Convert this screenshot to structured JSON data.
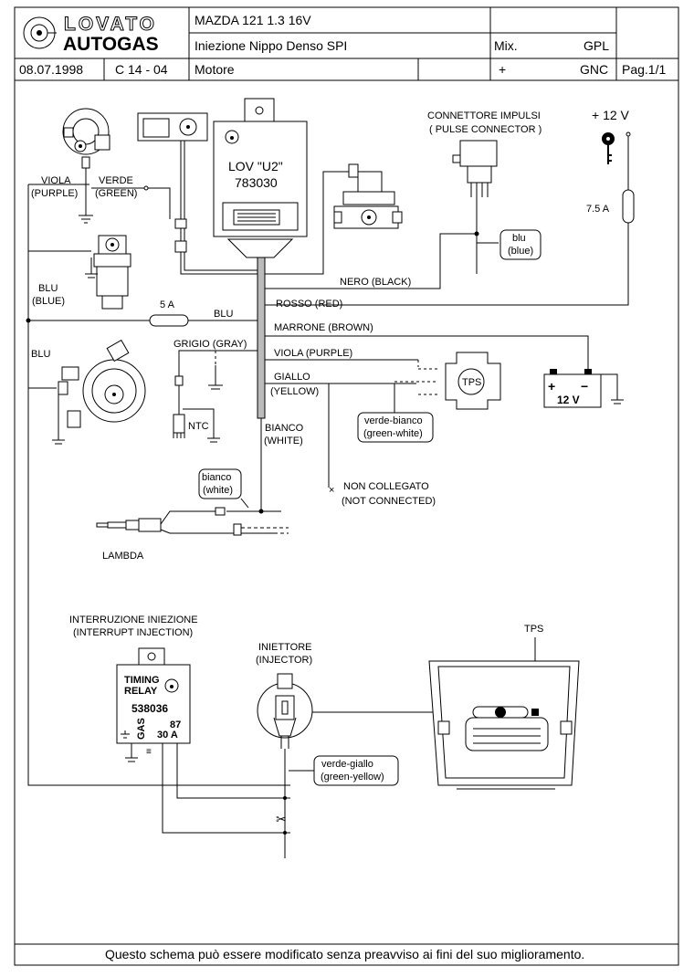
{
  "title_block": {
    "brand_top": "LOVATO",
    "brand_bottom": "AUTOGAS",
    "model": "MAZDA  121  1.3  16V",
    "injection": "Iniezione  Nippo Denso   SPI",
    "mix": "Mix.",
    "gpl": "GPL",
    "date": "08.07.1998",
    "code": "C 14 - 04",
    "engine": "Motore",
    "plus": "+",
    "gnc": "GNC",
    "page": "Pag.1/1"
  },
  "ecu": {
    "name": "LOV \"U2\"",
    "code": "783030"
  },
  "pulse_connector": {
    "line1": "CONNETTORE IMPULSI",
    "line2": "( PULSE CONNECTOR )"
  },
  "power": {
    "voltage": "+ 12 V",
    "fuse_75": "7.5 A",
    "fuse_5": "5 A",
    "battery_plus": "+",
    "battery_minus": "−",
    "battery_voltage": "12 V"
  },
  "wires": {
    "viola": "VIOLA",
    "purple": "(PURPLE)",
    "verde": "VERDE",
    "green": "(GREEN)",
    "blu_left": "BLU",
    "blue_left": "(BLUE)",
    "blu_mid": "BLU",
    "blu_reducer": "BLU",
    "blu_small": "blu",
    "blue_small": "(blue)",
    "nero": "NERO (BLACK)",
    "rosso": "ROSSO (RED)",
    "marrone": "MARRONE (BROWN)",
    "grigio": "GRIGIO (GRAY)",
    "viola_purple": "VIOLA (PURPLE)",
    "giallo": "GIALLO",
    "yellow": "(YELLOW)",
    "bianco": "BIANCO",
    "white": "(WHITE)",
    "bianco_small": "bianco",
    "white_small": "(white)",
    "verde_bianco": "verde-bianco",
    "green_white": "(green-white)",
    "verde_giallo": "verde-giallo",
    "green_yellow": "(green-yellow)",
    "non_collegato": "NON COLLEGATO",
    "not_connected": "(NOT CONNECTED)"
  },
  "components": {
    "ntc": "NTC",
    "tps": "TPS",
    "tps_top": "TPS",
    "lambda": "LAMBDA",
    "interrupt_line1": "INTERRUZIONE INIEZIONE",
    "interrupt_line2": "(INTERRUPT INJECTION)",
    "injector_line1": "INIETTORE",
    "injector_line2": "(INJECTOR)",
    "relay_line1": "TIMING",
    "relay_line2": "RELAY",
    "relay_code": "538036",
    "relay_gas": "GAS",
    "relay_87": "87",
    "relay_30a": "30 A"
  },
  "footer": {
    "note": "Questo schema può essere modificato senza preavviso ai fini del suo miglioramento."
  }
}
